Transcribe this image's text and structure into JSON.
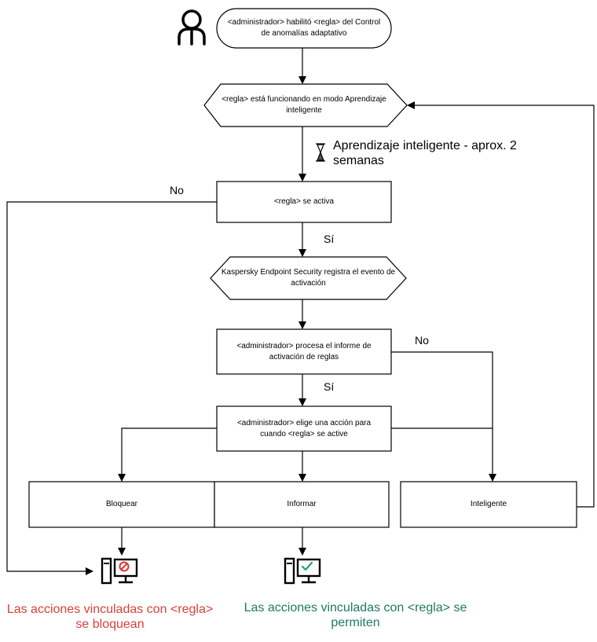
{
  "nodes": {
    "start": "<administrador> habilitó <regla> del Control de anomalías adaptativo",
    "smart_mode": "<regla> está funcionando en modo Aprendizaje inteligente",
    "rule_triggers": "<regla> se activa",
    "log_event": "Kaspersky Endpoint Security registra el evento de activación",
    "process_report": "<administrador> procesa el informe de activación de reglas",
    "choose_action": "<administrador> elige una acción para cuando <regla> se active",
    "block": "Bloquear",
    "inform": "Informar",
    "smart": "Inteligente"
  },
  "labels": {
    "no_1": "No",
    "si_1": "Sí",
    "no_2": "No",
    "si_2": "Sí"
  },
  "timer_note": "Aprendizaje inteligente - aprox. 2 semanas",
  "results": {
    "blocked": "Las acciones vinculadas con <regla> se bloquean",
    "allowed": "Las acciones vinculadas con <regla> se permiten"
  },
  "colors": {
    "blocked": "#d9413b",
    "allowed": "#1f7a62",
    "stop_badge": "#e0322d",
    "check_badge": "#17a673"
  },
  "icons": {
    "start": "user-icon",
    "timer": "hourglass-icon",
    "blocked": "computer-blocked-icon",
    "allowed": "computer-allowed-icon"
  }
}
